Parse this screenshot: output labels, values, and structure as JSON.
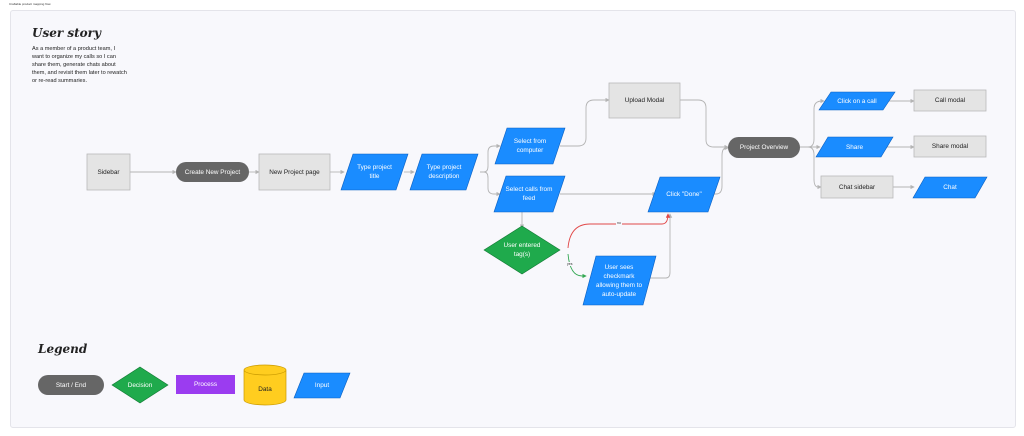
{
  "page_label": "Craftable product mapping flow",
  "story": {
    "title": "User story",
    "text": "As a member of a product team, I want to organize my calls so I can share them, generate chats about them, and revisit them later to rewatch or re-read summaries."
  },
  "legend": {
    "title": "Legend",
    "start_end": "Start / End",
    "decision": "Decision",
    "process": "Process",
    "data": "Data",
    "input": "Input"
  },
  "nodes": {
    "sidebar": "Sidebar",
    "create_project": "Create New Project",
    "new_project_page": "New Project page",
    "type_title": "Type project title",
    "type_description": "Type project description",
    "select_computer": "Select from computer",
    "upload_modal": "Upload Modal",
    "select_calls": "Select calls from feed",
    "click_done": "Click \"Done\"",
    "user_entered_tags": "User entered tag(s)",
    "checkmark": "User sees checkmark allowing them to auto-update",
    "project_overview": "Project Overview",
    "click_call": "Click on a call",
    "call_modal": "Call modal",
    "share": "Share",
    "share_modal": "Share modal",
    "chat_sidebar": "Chat sidebar",
    "chat": "Chat"
  },
  "edge_labels": {
    "no": "no",
    "yes": "yes"
  },
  "colors": {
    "input_blue": "#1a8cff",
    "process_grey": "#e4e4e4",
    "terminal_grey": "#666666",
    "decision_green": "#1faa4c",
    "process_purple": "#9b3cf0",
    "data_yellow": "#ffcd1f",
    "edge_grey": "#b4b4b4",
    "edge_red": "#e14848",
    "edge_green": "#34a853"
  }
}
